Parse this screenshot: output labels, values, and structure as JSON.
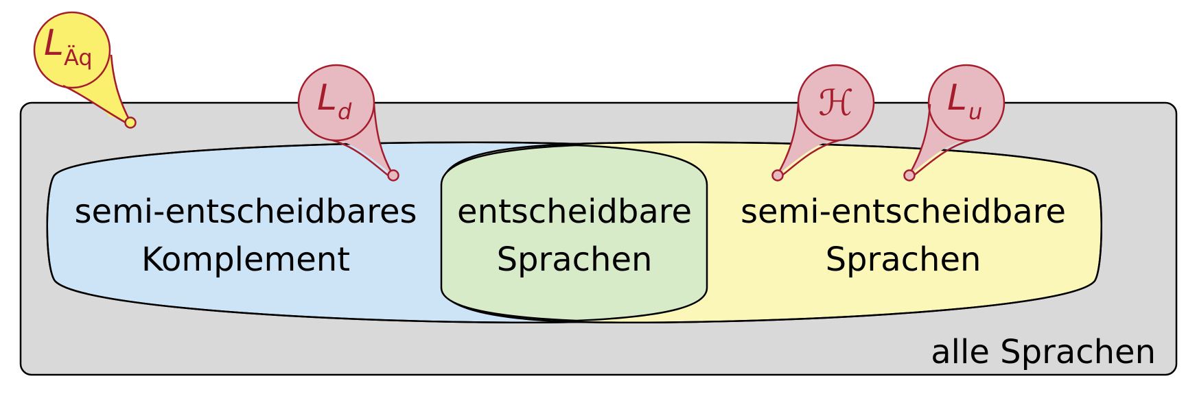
{
  "diagram": {
    "outer_label": "alle Sprachen",
    "regions": {
      "co_semi_decidable": {
        "line1": "semi-entscheidbares",
        "line2": "Komplement",
        "color": "#cce4f6"
      },
      "decidable": {
        "line1": "entscheidbare",
        "line2": "Sprachen",
        "color": "#d8ebc8"
      },
      "semi_decidable": {
        "line1": "semi-entscheidbare",
        "line2": "Sprachen",
        "color": "#fbf7b8"
      }
    },
    "markers": [
      {
        "id": "L_aeq",
        "main": "L",
        "sub": "Äq",
        "color": "#fbef6e"
      },
      {
        "id": "L_d",
        "main": "L",
        "sub": "d",
        "color": "#e6bac0"
      },
      {
        "id": "H",
        "main": "ℋ",
        "sub": "",
        "color": "#e6bac0"
      },
      {
        "id": "L_u",
        "main": "L",
        "sub": "u",
        "color": "#e6bac0"
      }
    ],
    "colors": {
      "outer_fill": "#d9d9d9",
      "stroke": "#000000",
      "marker_stroke": "#a51d2d"
    }
  }
}
